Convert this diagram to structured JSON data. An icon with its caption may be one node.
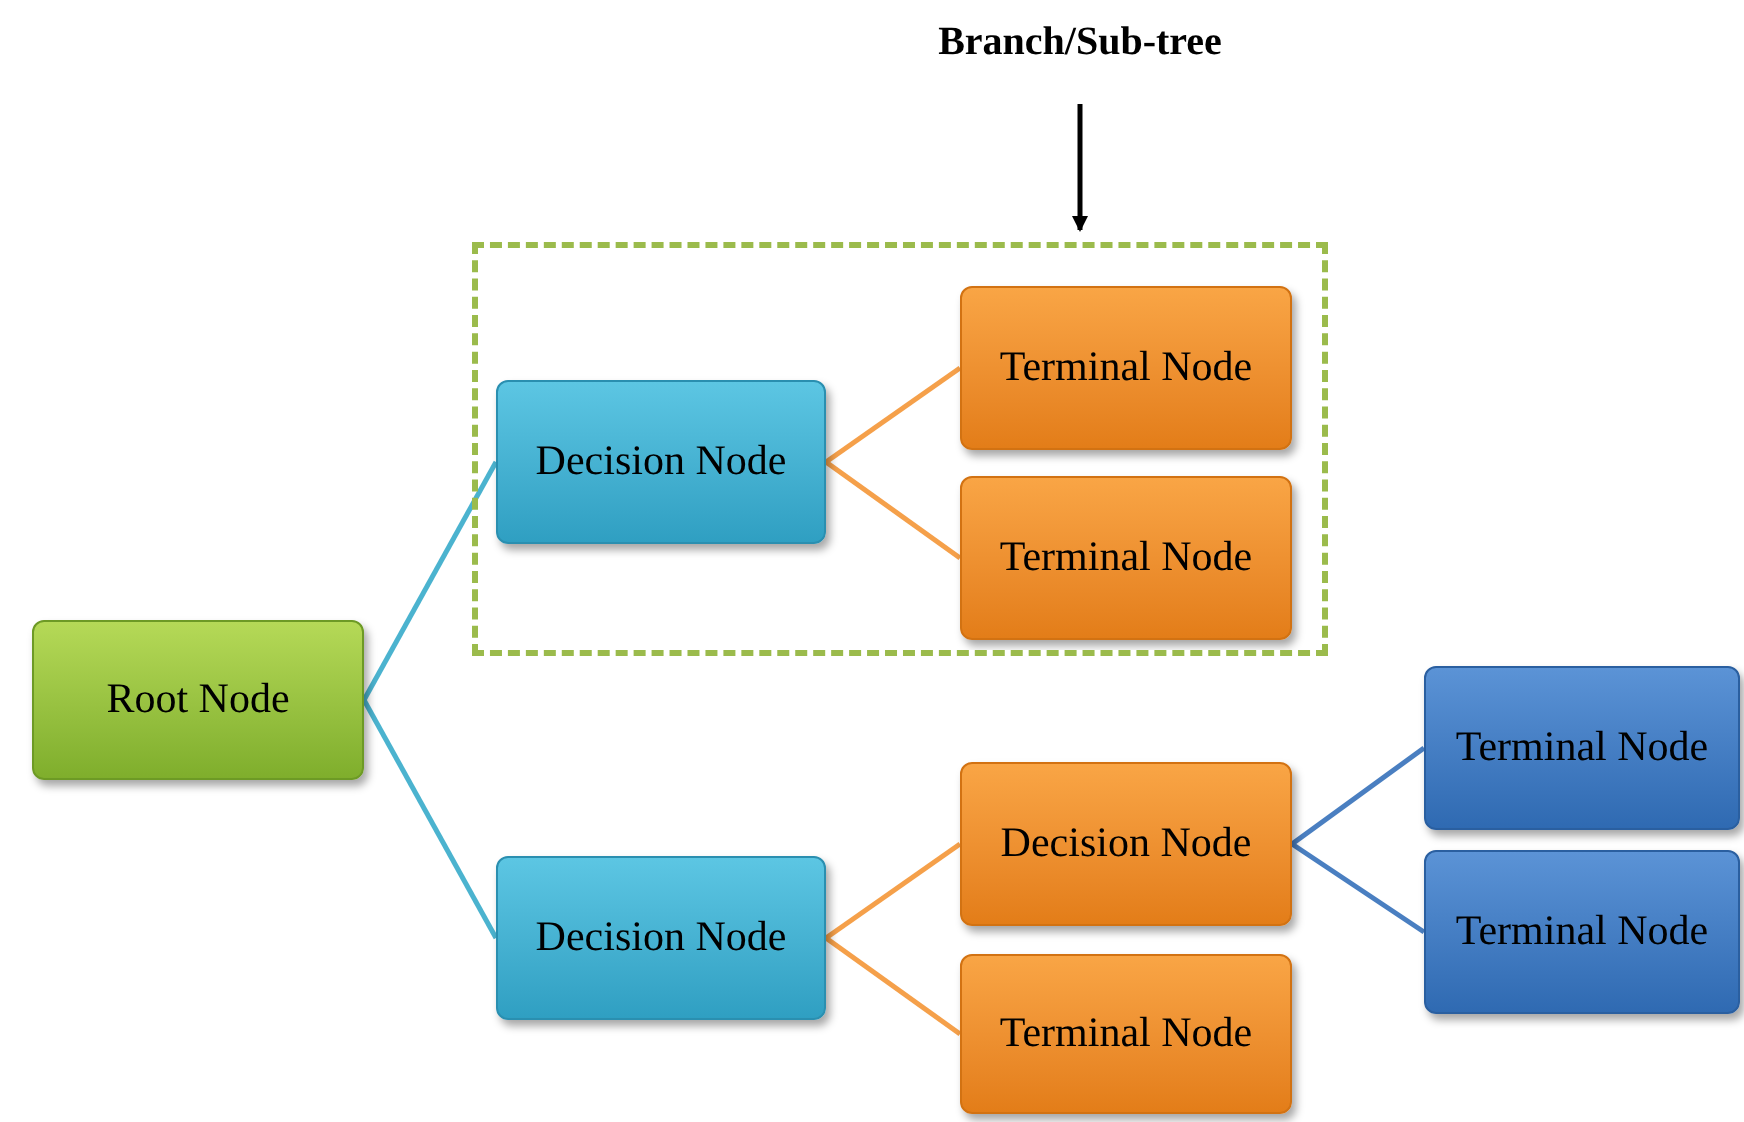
{
  "diagram": {
    "nodes": [
      {
        "text": [
          "Branch/Sub-tree"
        ]
      },
      {
        "text": [],
        "shape": "box"
      },
      {
        "text": [
          "Decision Node"
        ],
        "in": 1
      },
      {
        "text": [
          "Terminal Node"
        ],
        "in": 1
      },
      {
        "text": [
          "Terminal Node"
        ],
        "in": 1
      },
      {
        "text": [
          "Root Node"
        ]
      },
      {
        "text": [
          "Decision Node"
        ]
      },
      {
        "text": [
          "Decision Node"
        ]
      },
      {
        "text": [
          "Terminal Node"
        ]
      },
      {
        "text": [
          "Terminal Node"
        ]
      },
      {
        "text": [
          "Terminal Node"
        ]
      }
    ],
    "edges": [
      {
        "from": 0,
        "to": 1,
        "arrow": "to",
        "color": "#000000"
      },
      {
        "from": 5,
        "to": 2,
        "arrow": "none",
        "color": "#4bb3cf"
      },
      {
        "from": 5,
        "to": 6,
        "arrow": "none",
        "color": "#4bb3cf"
      },
      {
        "from": 2,
        "to": 3,
        "arrow": "none",
        "color": "#f5a04a"
      },
      {
        "from": 2,
        "to": 4,
        "arrow": "none",
        "color": "#f5a04a"
      },
      {
        "from": 6,
        "to": 7,
        "arrow": "none",
        "color": "#f5a04a"
      },
      {
        "from": 6,
        "to": 8,
        "arrow": "none",
        "color": "#f5a04a"
      },
      {
        "from": 7,
        "to": 9,
        "arrow": "none",
        "color": "#4a7fc1"
      },
      {
        "from": 7,
        "to": 10,
        "arrow": "none",
        "color": "#4a7fc1"
      }
    ]
  }
}
